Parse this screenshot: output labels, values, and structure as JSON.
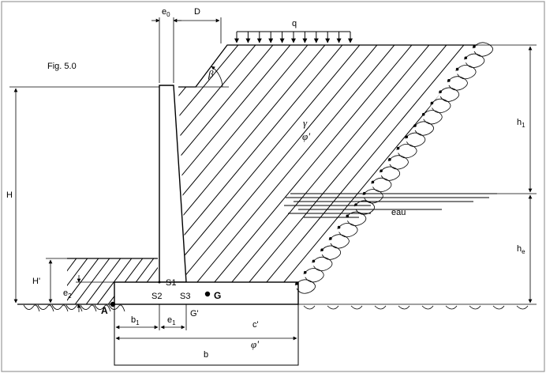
{
  "figure": {
    "caption": "Fig. 5.0"
  },
  "labels": {
    "e0": "e",
    "e0_sub": "0",
    "D": "D",
    "q": "q",
    "beta": "β",
    "gamma": "γ",
    "phi_soil": "φ'",
    "h1": "h",
    "h1_sub": "1",
    "H": "H",
    "eau": "eau",
    "he": "h",
    "he_sub": "e",
    "H_prime": "H'",
    "e2": "e",
    "e2_sub": "2",
    "S1": "S1",
    "S2": "S2",
    "S3": "S3",
    "G": "G",
    "A": "A",
    "b1": "b",
    "b1_sub": "1",
    "e1": "e",
    "e1_sub": "1",
    "G_prime": "G'",
    "c_prime": "c'",
    "phi_found": "φ'",
    "b": "b"
  },
  "colors": {
    "ink": "#000000",
    "paper": "#ffffff",
    "border": "#9a9a9a"
  }
}
